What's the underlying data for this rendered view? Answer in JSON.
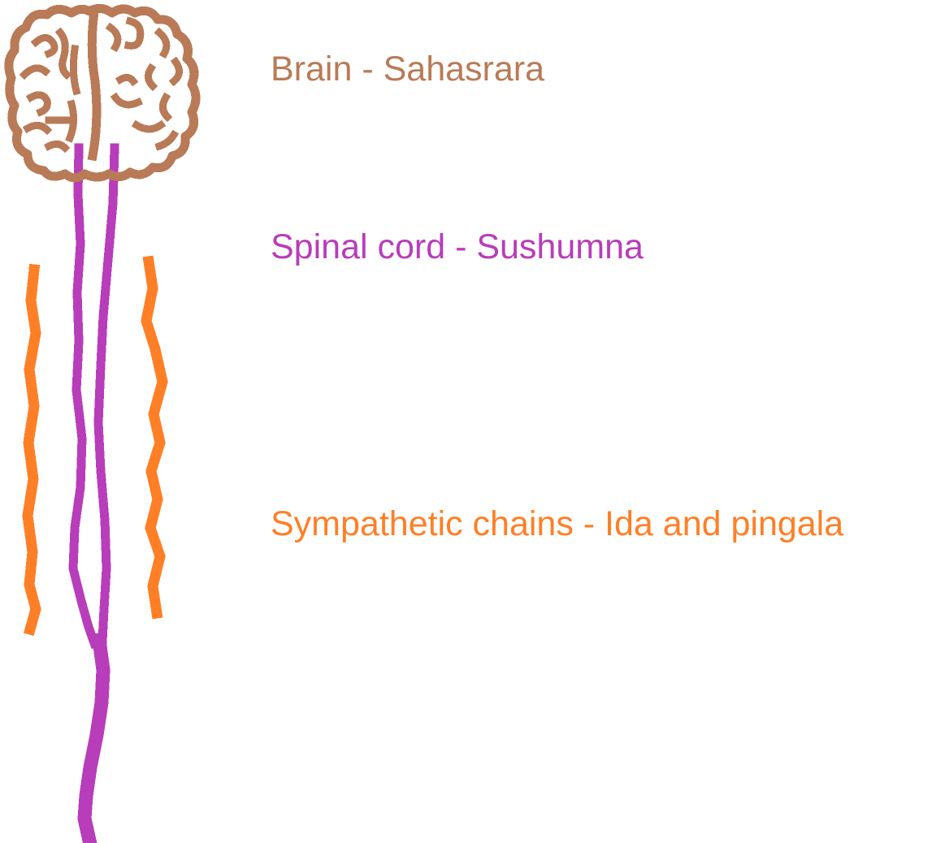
{
  "canvas": {
    "background": "#ffffff"
  },
  "figure": {
    "brain": {
      "color": "#b97a57"
    },
    "spinal_cord": {
      "color": "#b83dba"
    },
    "sympathetic_chains": {
      "color": "#ff7f27"
    }
  },
  "labels": {
    "brain": {
      "text": "Brain - Sahasrara",
      "color": "#b97a57"
    },
    "spinal_cord": {
      "text": "Spinal cord - Sushumna",
      "color": "#b83dba"
    },
    "sympathetic_chains": {
      "text": "Sympathetic chains - Ida and pingala",
      "color": "#ff7f27"
    }
  }
}
